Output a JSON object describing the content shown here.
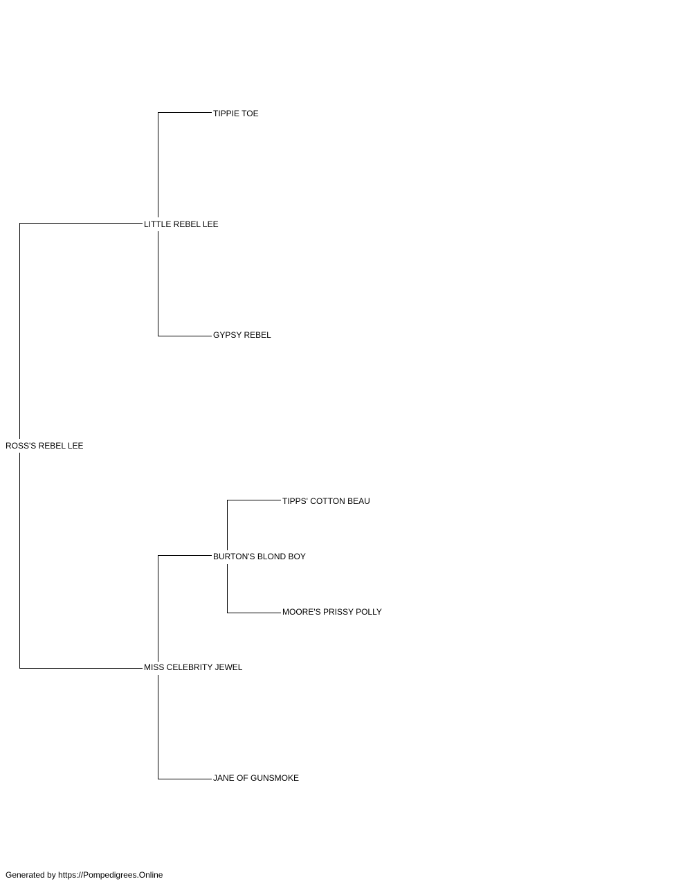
{
  "pedigree": {
    "subject": "ROSS'S REBEL LEE",
    "sire": "LITTLE REBEL LEE",
    "dam": "MISS CELEBRITY JEWEL",
    "sire_sire": "TIPPIE TOE",
    "sire_dam": "GYPSY REBEL",
    "dam_sire": "BURTON'S BLOND BOY",
    "dam_dam": "JANE OF GUNSMOKE",
    "dam_sire_sire": "TIPPS' COTTON BEAU",
    "dam_sire_dam": "MOORE'S PRISSY POLLY"
  },
  "footer": {
    "text": "Generated by https://Pompedigrees.Online"
  },
  "colors": {
    "line": "#000000",
    "text": "#000000",
    "background": "#ffffff"
  }
}
